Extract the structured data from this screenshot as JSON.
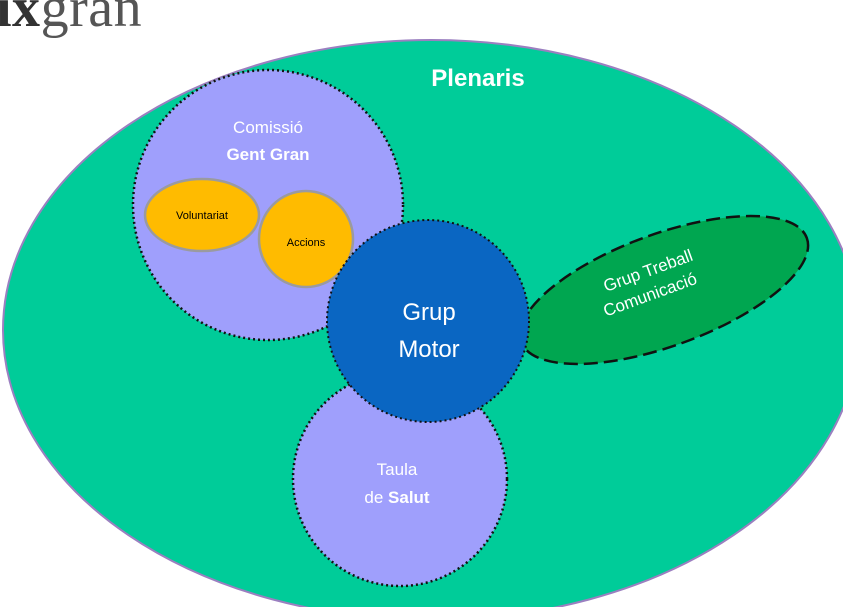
{
  "logo": {
    "bold": "ix",
    "light": "gran"
  },
  "plenaris": {
    "label": "Plenaris"
  },
  "comissio": {
    "line1": "Comissió",
    "line2": "Gent Gran"
  },
  "voluntariat": {
    "label": "Voluntariat"
  },
  "accions": {
    "label": "Accions"
  },
  "grup_motor": {
    "line1": "Grup",
    "line2": "Motor"
  },
  "grup_treball": {
    "line1": "Grup Treball",
    "line2": "Comunicació"
  },
  "taula": {
    "line1": "Taula",
    "line2_prefix": "de ",
    "line2_bold": "Salut"
  },
  "colors": {
    "outer_fill": "#00cc99",
    "outer_stroke": "#9b7fc0",
    "lavender": "#9f9ffc",
    "orange": "#ffbb00",
    "orange_stroke": "#9a9aa0",
    "motor_fill": "#0a66c2",
    "green_ellipse": "#00a650"
  }
}
